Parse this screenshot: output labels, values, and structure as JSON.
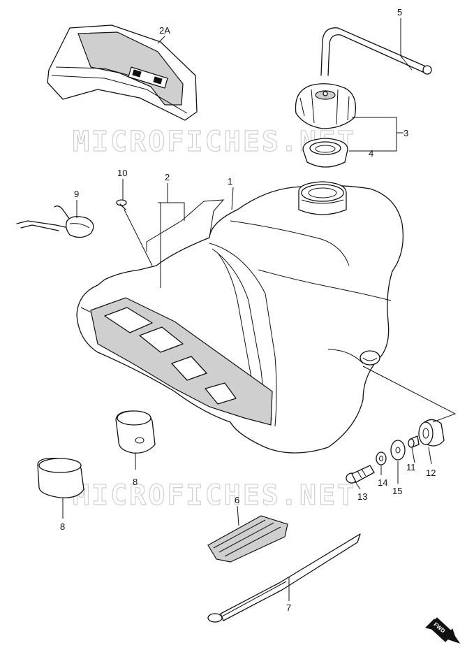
{
  "watermark": "MICROFICHES.NET",
  "fwd_label": "FWD",
  "callouts": {
    "p1": "1",
    "p2": "2",
    "p2a": "2A",
    "p3": "3",
    "p4": "4",
    "p5": "5",
    "p6": "6",
    "p7": "7",
    "p8a": "8",
    "p8b": "8",
    "p9": "9",
    "p10": "10",
    "p11": "11",
    "p12": "12",
    "p13": "13",
    "p14": "14",
    "p15": "15"
  }
}
